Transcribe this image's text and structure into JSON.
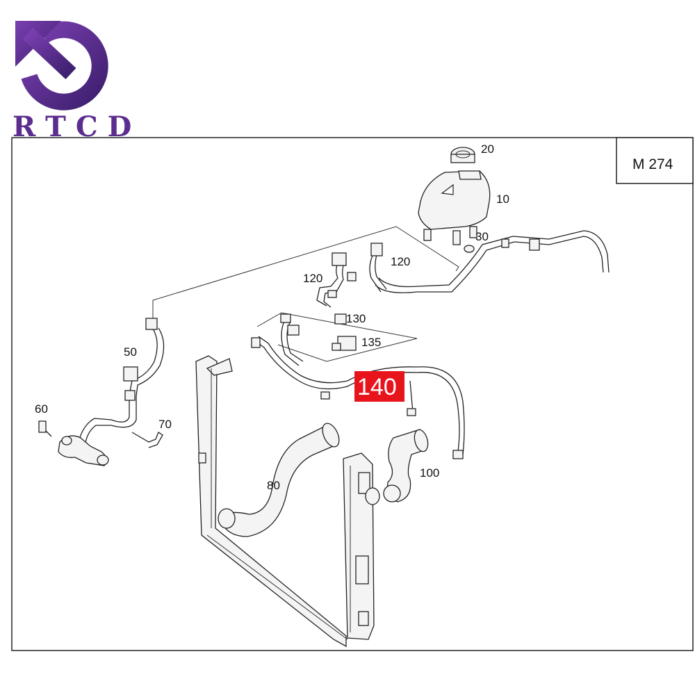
{
  "logo": {
    "text": "R T C D",
    "color": "#5b2d8e"
  },
  "model": {
    "code": "M 274"
  },
  "highlight": {
    "label": "140",
    "color": "#e8141c"
  },
  "parts": [
    {
      "id": "p10",
      "label": "10"
    },
    {
      "id": "p20",
      "label": "20"
    },
    {
      "id": "p30",
      "label": "30"
    },
    {
      "id": "p50",
      "label": "50"
    },
    {
      "id": "p60",
      "label": "60"
    },
    {
      "id": "p70",
      "label": "70"
    },
    {
      "id": "p80",
      "label": "80"
    },
    {
      "id": "p100",
      "label": "100"
    },
    {
      "id": "p120a",
      "label": "120"
    },
    {
      "id": "p120b",
      "label": "120"
    },
    {
      "id": "p130",
      "label": "130"
    },
    {
      "id": "p135",
      "label": "135"
    }
  ]
}
